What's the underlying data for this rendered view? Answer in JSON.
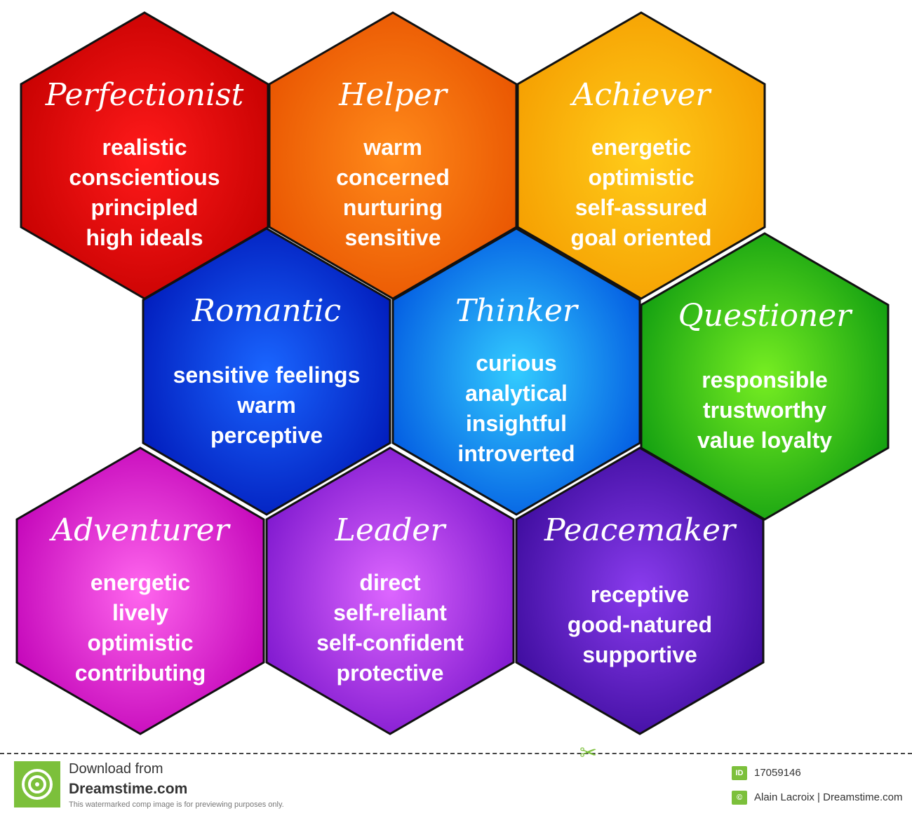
{
  "hexagons": [
    {
      "title": "Perfectionist",
      "traits": [
        "realistic",
        "conscientious",
        "principled",
        "high ideals"
      ],
      "color": "#ff1a1a",
      "dark": "#c40000"
    },
    {
      "title": "Helper",
      "traits": [
        "warm",
        "concerned",
        "nurturing",
        "sensitive"
      ],
      "color": "#ff8a1a",
      "dark": "#e85300"
    },
    {
      "title": "Achiever",
      "traits": [
        "energetic",
        "optimistic",
        "self-assured",
        "goal oriented"
      ],
      "color": "#ffcc1a",
      "dark": "#f59d00"
    },
    {
      "title": "Romantic",
      "traits": [
        "sensitive feelings",
        "warm",
        "perceptive"
      ],
      "color": "#1a66ff",
      "dark": "#0018b8"
    },
    {
      "title": "Thinker",
      "traits": [
        "curious",
        "analytical",
        "insightful",
        "introverted"
      ],
      "color": "#33ccff",
      "dark": "#0055e0"
    },
    {
      "title": "Questioner",
      "traits": [
        "responsible",
        "trustworthy",
        "value loyalty"
      ],
      "color": "#77ee22",
      "dark": "#0c9a10"
    },
    {
      "title": "Adventurer",
      "traits": [
        "energetic",
        "lively",
        "optimistic",
        "contributing"
      ],
      "color": "#ff66ee",
      "dark": "#c000b6"
    },
    {
      "title": "Leader",
      "traits": [
        "direct",
        "self-reliant",
        "self-confident",
        "protective"
      ],
      "color": "#dd66ff",
      "dark": "#7a14cc"
    },
    {
      "title": "Peacemaker",
      "traits": [
        "receptive",
        "good-natured",
        "supportive"
      ],
      "color": "#8a3cee",
      "dark": "#3a0a9a"
    }
  ],
  "footer": {
    "download_text": "Download from",
    "brand": "Dreamstime.com",
    "note": "This watermarked comp image is for previewing purposes only.",
    "id_badge": "ID",
    "id_number": "17059146",
    "copyright_badge": "©",
    "credit": "Alain Lacroix | Dreamstime.com"
  }
}
